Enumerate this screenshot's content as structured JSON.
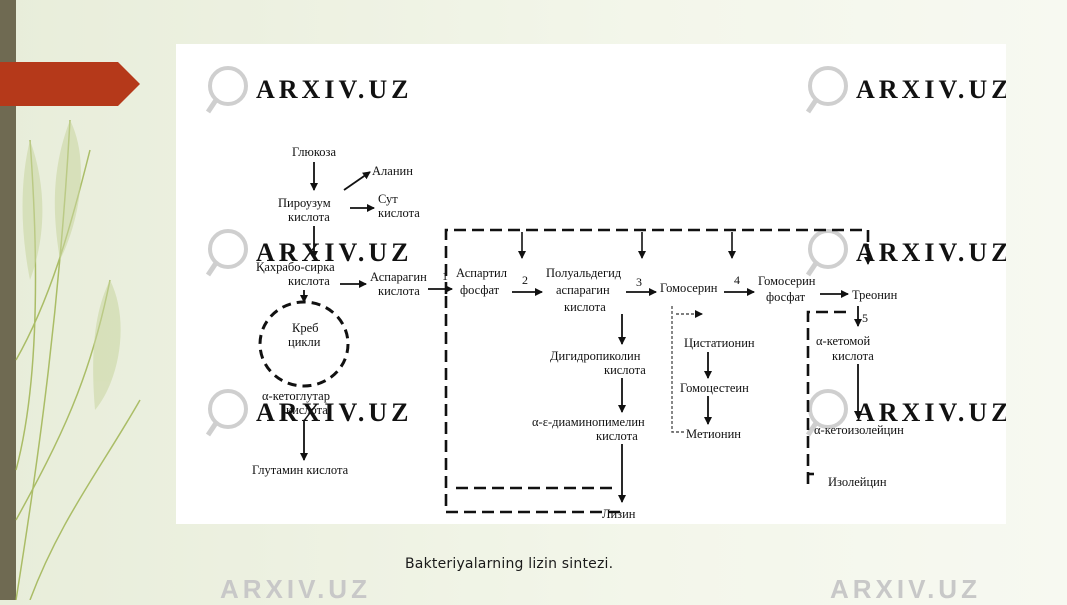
{
  "watermark": {
    "text": "ARXIV.UZ"
  },
  "caption": "Bakteriyalarning lizin sintezi.",
  "colors": {
    "accent": "#b5391a",
    "bar": "#6f6a52",
    "leaf": "#9bb14a"
  },
  "diagram": {
    "nodes": {
      "glucose": "Глюкоза",
      "alanine": "Аланин",
      "pyruvic": [
        "Пироузум",
        "кислота"
      ],
      "lactic": [
        "Сут",
        "кислота"
      ],
      "oxaloacetic": [
        "Қахрабо-сирка",
        "кислота"
      ],
      "krebs": [
        "Креб",
        "цикли"
      ],
      "ketoglutarate": [
        "α-кетоглутар",
        "кислота"
      ],
      "glutamic": "Глутамин кислота",
      "aspartic": [
        "Аспарагин",
        "кислота"
      ],
      "aspartyl_phosphate": [
        "Аспартил",
        "фосфат"
      ],
      "semialdehyde": [
        "Полуальдегид",
        "аспарагин",
        "кислота"
      ],
      "dihydropicolinic": [
        "Дигидропиколин",
        "кислота"
      ],
      "diaminopimelic": [
        "α-ε-диаминопимелин",
        "кислота"
      ],
      "lysine": "Лизин",
      "homoserine": "Гомосерин",
      "cystathionine": "Цистатионин",
      "homocysteine": "Гомоцестеин",
      "methionine": "Метионин",
      "homoserine_phosphate": [
        "Гомосерин",
        "фосфат"
      ],
      "threonine": "Треонин",
      "ketobutyric": [
        "α-кетомой",
        "кислота"
      ],
      "ketoisoleucine": "α-кетоизолейцин",
      "isoleucine": "Изолейцин"
    },
    "steps": [
      "1",
      "2",
      "3",
      "4",
      "5"
    ]
  }
}
